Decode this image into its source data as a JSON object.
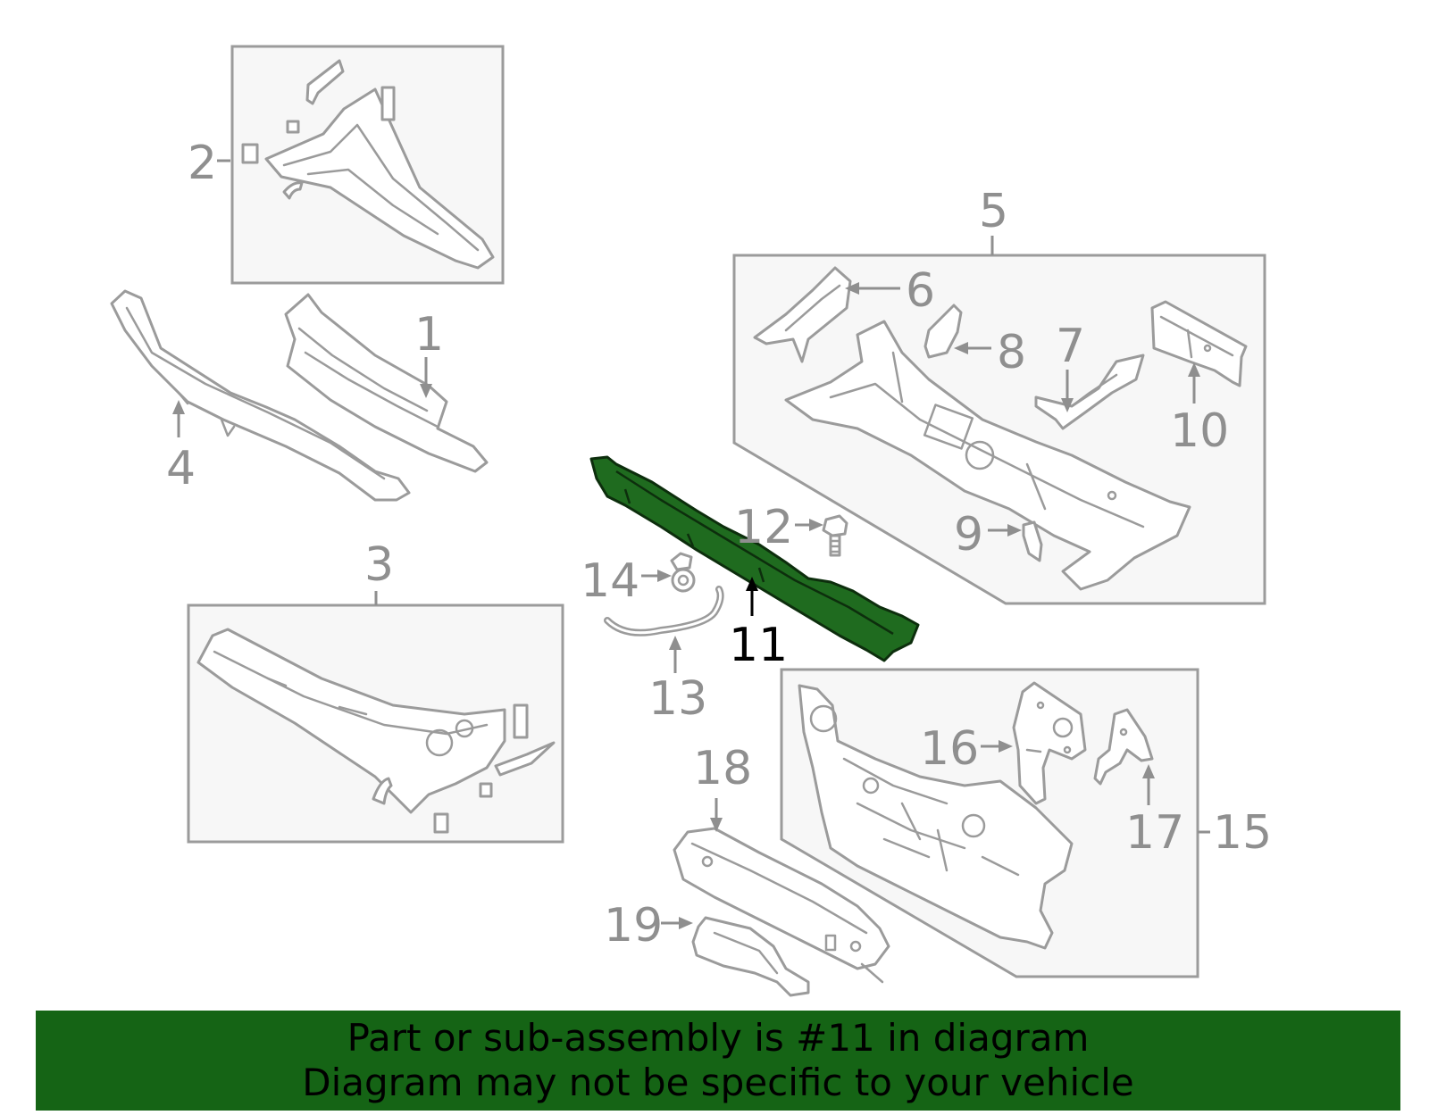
{
  "callouts": {
    "c1": "1",
    "c2": "2",
    "c3": "3",
    "c4": "4",
    "c5": "5",
    "c6": "6",
    "c7": "7",
    "c8": "8",
    "c9": "9",
    "c10": "10",
    "c11": "11",
    "c12": "12",
    "c13": "13",
    "c14": "14",
    "c15": "15",
    "c16": "16",
    "c17": "17",
    "c18": "18",
    "c19": "19"
  },
  "highlighted_part": "11",
  "colors": {
    "highlight_fill": "#1f6b1f",
    "banner_bg": "#156415",
    "line_gray": "#9b9b9b"
  },
  "banner": {
    "line1": "Part or sub-assembly is #11 in diagram",
    "line2": "Diagram may not be specific to your vehicle"
  }
}
